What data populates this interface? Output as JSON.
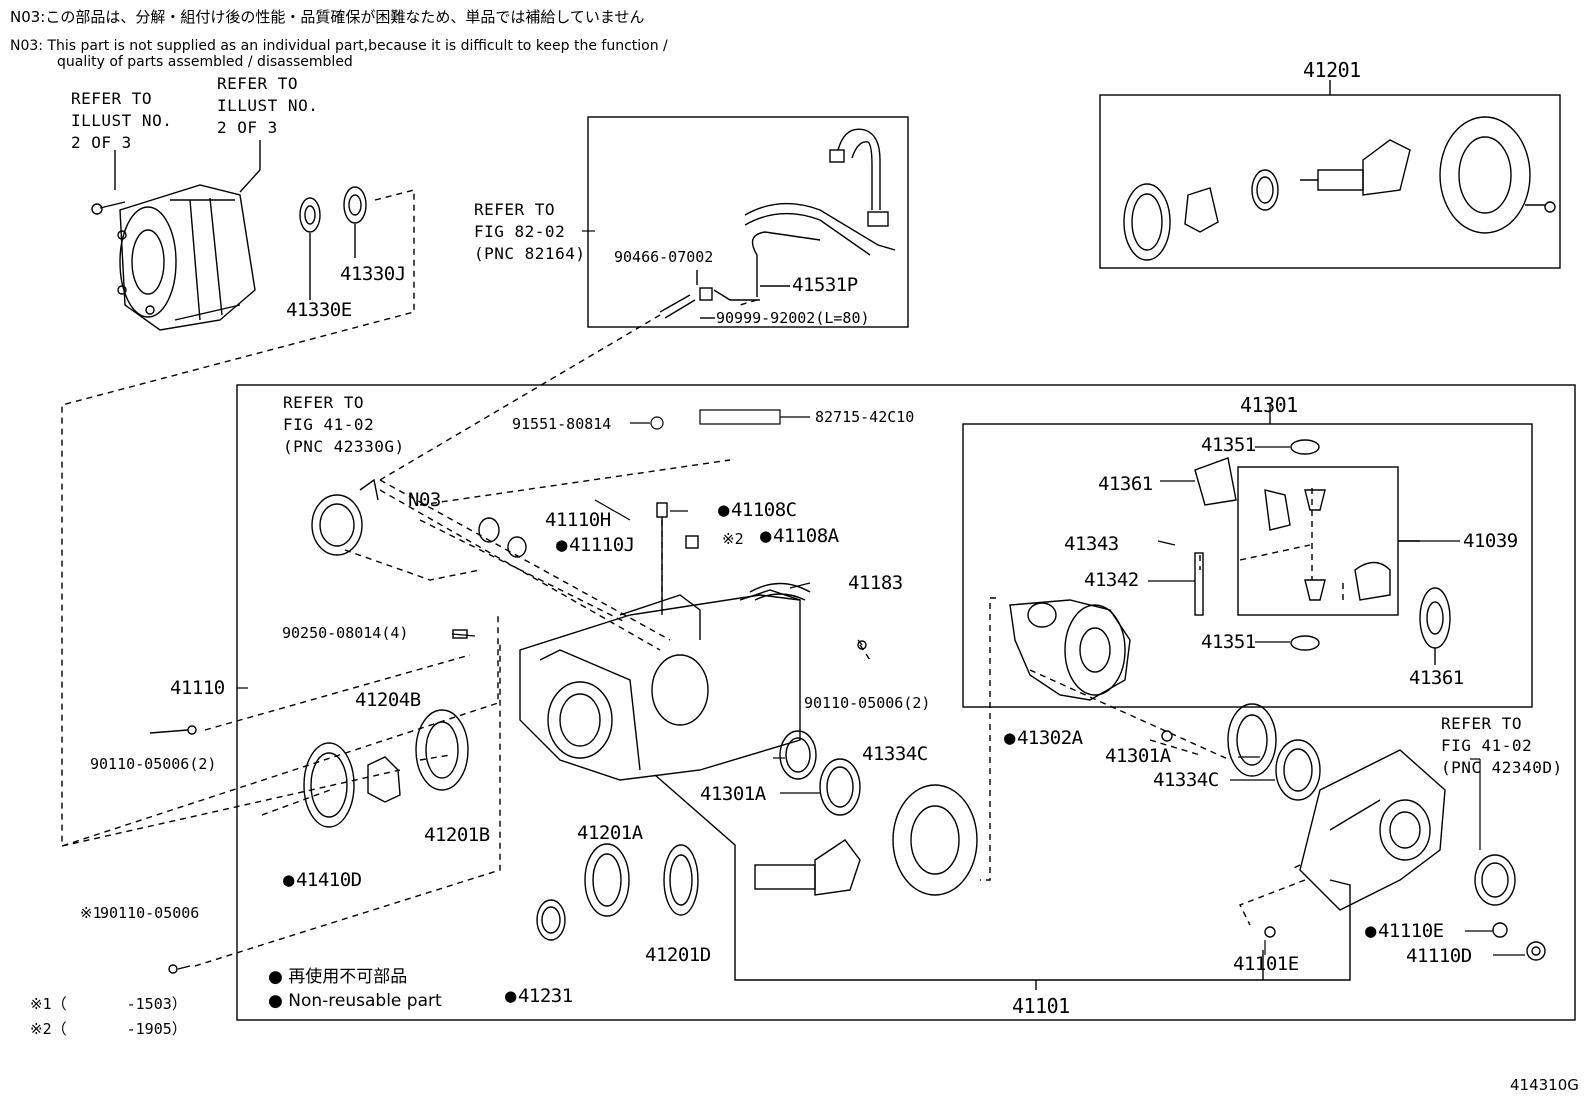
{
  "header": {
    "note_jp": "N03:この部品は、分解・組付け後の性能・品質確保が困難なため、単品では補給していません",
    "note_en_1": "N03: This part is not supplied as an individual part,because it is difficult to keep the function /",
    "note_en_2": "quality of parts assembled / disassembled"
  },
  "refs": {
    "illust_a": [
      "REFER TO",
      "ILLUST NO.",
      "2 OF 3"
    ],
    "illust_b": [
      "REFER TO",
      "ILLUST NO.",
      "2 OF 3"
    ],
    "fig_82": [
      "REFER TO",
      "FIG 82-02",
      "(PNC 82164)"
    ],
    "fig_41_a": [
      "REFER TO",
      "FIG 41-02",
      "(PNC 42330G)"
    ],
    "fig_41_b": [
      "REFER TO",
      "FIG 41-02",
      "(PNC 42340D)"
    ]
  },
  "parts": {
    "p41330E": "41330E",
    "p41330J": "41330J",
    "p90466": "90466-07002",
    "p41531P": "41531P",
    "p90999": "90999-92002(L=80)",
    "p41201": "41201",
    "p91551": "91551-80814",
    "p82715": "82715-42C10",
    "n03": "N03",
    "p41110H": "41110H",
    "p41110J": "41110J",
    "p41108C": "41108C",
    "p41108A": "41108A",
    "mark2": "※2",
    "p41183": "41183",
    "p90250": "90250-08014(4)",
    "p41110": "41110",
    "p41204B": "41204B",
    "p90110_a": "90110-05006(2)",
    "p90110_b": "90110-05006(2)",
    "p41201B": "41201B",
    "p41410D": "41410D",
    "p41334C_a": "41334C",
    "p41301A_a": "41301A",
    "p41201A": "41201A",
    "p41201D": "41201D",
    "p41231": "41231",
    "p90110_c": "90110-05006",
    "mark1": "※1",
    "p41301": "41301",
    "p41351_a": "41351",
    "p41361_a": "41361",
    "p41343": "41343",
    "p41342": "41342",
    "p41039": "41039",
    "p41351_b": "41351",
    "p41361_b": "41361",
    "p41302A": "41302A",
    "p41301A_b": "41301A",
    "p41334C_b": "41334C",
    "p41110E": "41110E",
    "p41110D": "41110D",
    "p41101E": "41101E",
    "p41101": "41101"
  },
  "legend": {
    "jp": "再使用不可部品",
    "en": "Non-reusable part"
  },
  "footnotes": {
    "f1_mark": "※1（",
    "f1_val": "-1503）",
    "f2_mark": "※2（",
    "f2_val": "-1905）"
  },
  "illustration_id": "414310G"
}
